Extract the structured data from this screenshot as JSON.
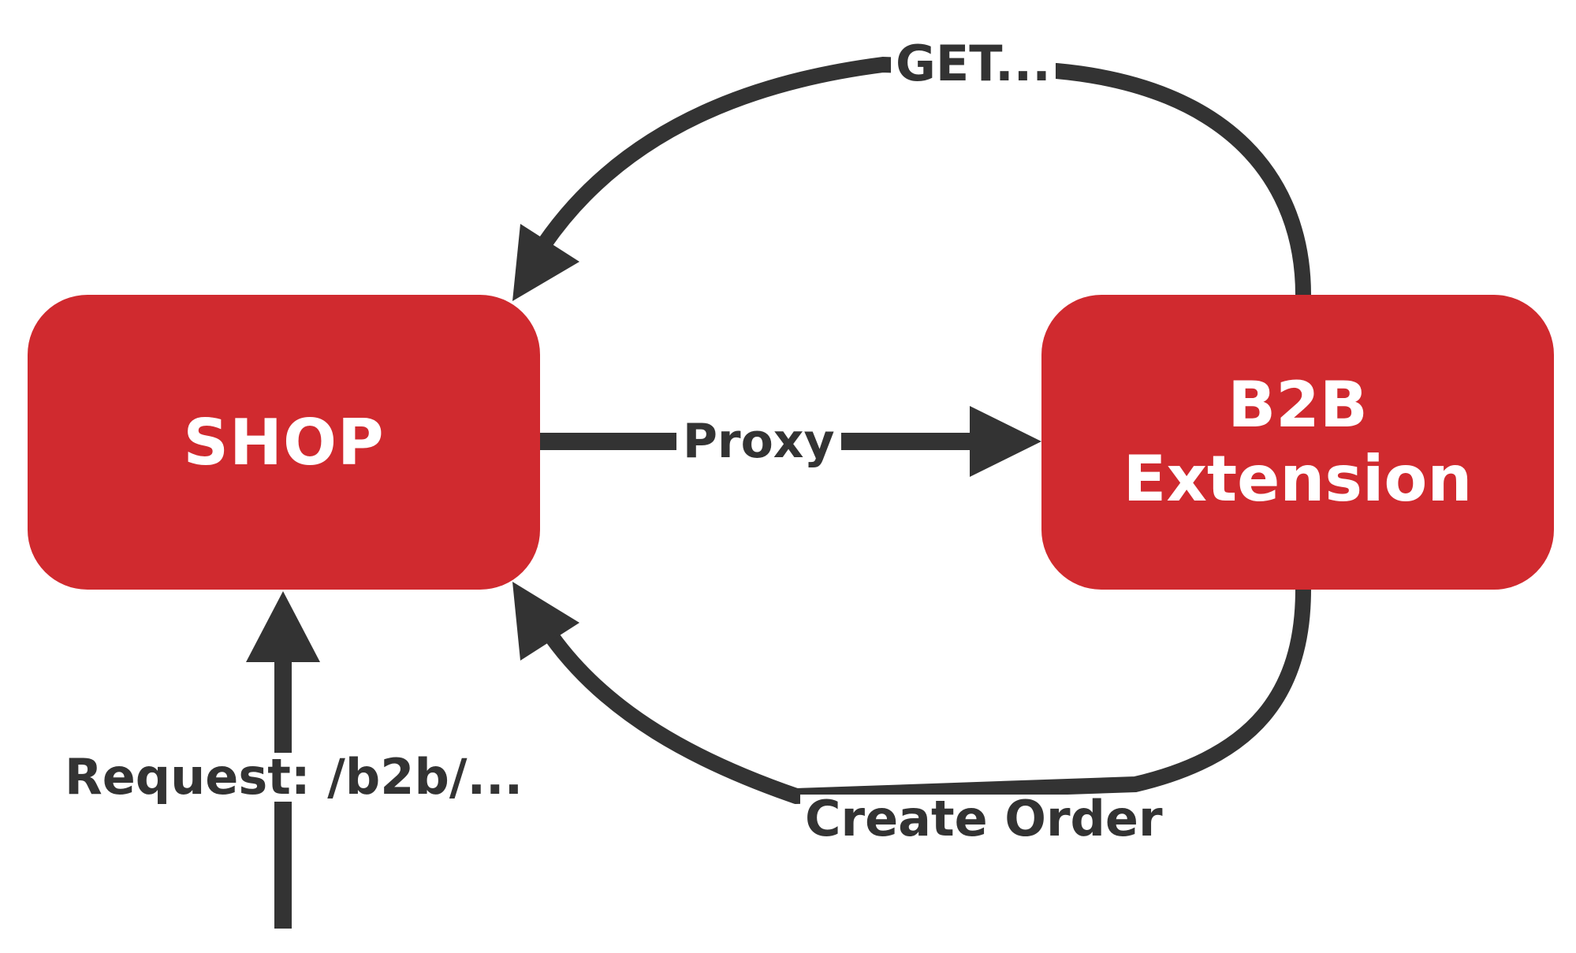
{
  "nodes": {
    "shop": {
      "label": "SHOP"
    },
    "b2b": {
      "line1": "B2B",
      "line2": "Extension"
    }
  },
  "edges": {
    "get": {
      "label": "GET..."
    },
    "proxy": {
      "label": "Proxy"
    },
    "create_order": {
      "label": "Create Order"
    },
    "request": {
      "label": "Request: /b2b/..."
    }
  },
  "colors": {
    "node_fill": "#d02a2f",
    "node_text": "#ffffff",
    "arrow": "#333333",
    "label_text": "#333333",
    "background": "#ffffff"
  }
}
